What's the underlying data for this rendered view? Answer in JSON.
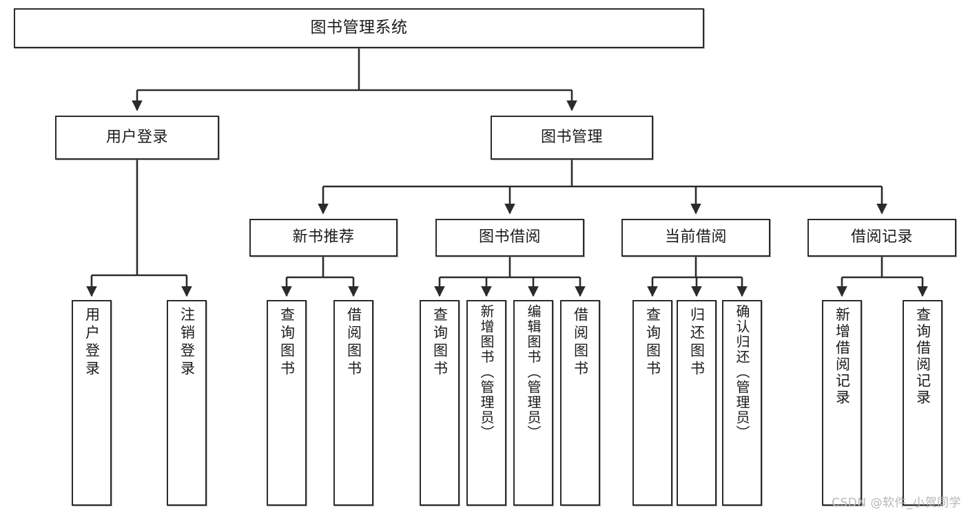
{
  "diagram": {
    "type": "tree",
    "title": "图书管理系统",
    "orientation": "top-down",
    "watermark": "CSDN @软件_小贺同学",
    "colors": {
      "node_border": "#2b2b2b",
      "node_fill": "#ffffff",
      "edge": "#2b2b2b",
      "text": "#1b1b1b",
      "watermark": "#b6b6b6",
      "background": "#ffffff"
    },
    "nodes": {
      "root": {
        "label": "图书管理系统"
      },
      "level2": [
        {
          "id": "user-login",
          "label": "用户登录"
        },
        {
          "id": "book-management",
          "label": "图书管理"
        }
      ],
      "level3": [
        {
          "id": "new-book-recommend",
          "label": "新书推荐"
        },
        {
          "id": "book-borrow",
          "label": "图书借阅"
        },
        {
          "id": "current-borrow",
          "label": "当前借阅"
        },
        {
          "id": "borrow-record",
          "label": "借阅记录"
        }
      ],
      "leaves": {
        "user_login": [
          {
            "id": "leaf-user-login",
            "label": "用户登录"
          },
          {
            "id": "leaf-logout",
            "label": "注销登录"
          }
        ],
        "new_book_recommend": [
          {
            "id": "leaf-query-book-1",
            "label": "查询图书"
          },
          {
            "id": "leaf-borrow-book-1",
            "label": "借阅图书"
          }
        ],
        "book_borrow": [
          {
            "id": "leaf-query-book-2",
            "label": "查询图书"
          },
          {
            "id": "leaf-add-book",
            "label": "新增图书（管理员）"
          },
          {
            "id": "leaf-edit-book",
            "label": "编辑图书（管理员）"
          },
          {
            "id": "leaf-borrow-book-2",
            "label": "借阅图书"
          }
        ],
        "current_borrow": [
          {
            "id": "leaf-query-book-3",
            "label": "查询图书"
          },
          {
            "id": "leaf-return-book",
            "label": "归还图书"
          },
          {
            "id": "leaf-confirm-return",
            "label": "确认归还（管理员）"
          }
        ],
        "borrow_record": [
          {
            "id": "leaf-add-record",
            "label": "新增借阅记录"
          },
          {
            "id": "leaf-query-record",
            "label": "查询借阅记录"
          }
        ]
      }
    }
  }
}
